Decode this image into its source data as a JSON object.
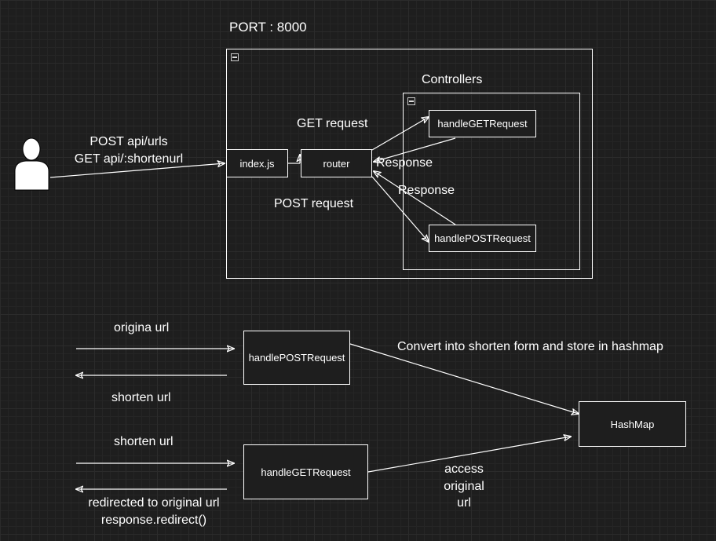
{
  "port_label": "PORT : 8000",
  "controllers_label": "Controllers",
  "client_requests": [
    "POST api/urls",
    "GET api/:shortenurl"
  ],
  "nodes": {
    "index": "index.js",
    "router": "router",
    "handle_get": "handleGETRequest",
    "handle_post": "handlePOSTRequest",
    "handle_post_2": "handlePOSTRequest",
    "handle_get_2": "handleGETRequest",
    "hashmap": "HashMap"
  },
  "edge_labels": {
    "get_request": "GET request",
    "post_request": "POST request",
    "response_1": "Response",
    "response_2": "Response",
    "original_url_in": "origina url",
    "shorten_url_out": "shorten url",
    "shorten_url_in": "shorten url",
    "redirect_out": [
      "redirected to original url",
      "response.redirect()"
    ],
    "store": "Convert into shorten form and store in hashmap",
    "access": [
      "access",
      "original",
      "url"
    ]
  }
}
